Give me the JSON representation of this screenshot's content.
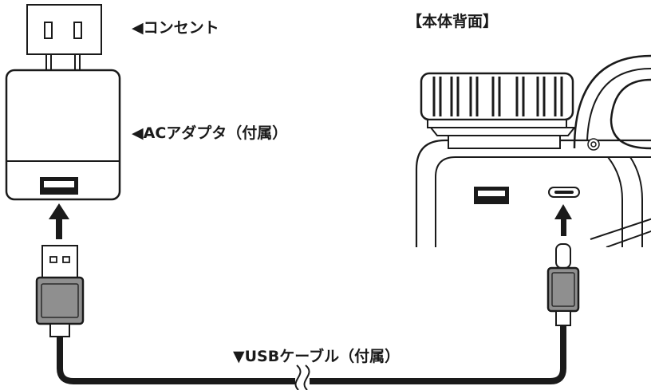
{
  "labels": {
    "outlet": "◀コンセント",
    "adapter": "◀ACアダプタ（付属）",
    "rear_view": "【本体背面】",
    "cable": "▼USBケーブル（付属）"
  },
  "colors": {
    "line": "#1a1a1a",
    "plug_gray": "#8f8f8f",
    "background": "#ffffff"
  },
  "icons": [
    "outlet-icon",
    "ac-adapter-icon",
    "usb-a-plug-icon",
    "usb-c-plug-icon",
    "arrow-up-icon",
    "device-rear-icon",
    "usb-a-port-icon",
    "usb-c-port-icon",
    "dial-knob-icon",
    "cable-break-icon"
  ]
}
